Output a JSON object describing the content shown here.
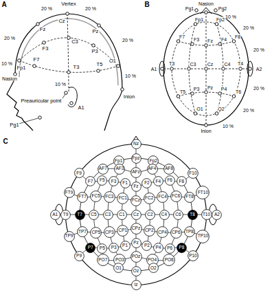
{
  "diagram": {
    "nodes": [
      {
        "text": [
          "Nz"
        ]
      },
      {
        "text": [
          "Fp1"
        ]
      },
      {
        "text": [
          "Fpz"
        ]
      },
      {
        "text": [
          "Fp2"
        ]
      },
      {
        "text": [
          "AF7"
        ]
      },
      {
        "text": [
          "AF3"
        ]
      },
      {
        "text": [
          "AFz"
        ]
      },
      {
        "text": [
          "AF4"
        ]
      },
      {
        "text": [
          "AF8"
        ]
      },
      {
        "text": [
          "F9"
        ]
      },
      {
        "text": [
          "F7"
        ]
      },
      {
        "text": [
          "F5"
        ]
      },
      {
        "text": [
          "F3"
        ]
      },
      {
        "text": [
          "F1"
        ]
      },
      {
        "text": [
          "Fz"
        ]
      },
      {
        "text": [
          "F2"
        ]
      },
      {
        "text": [
          "F4"
        ]
      },
      {
        "text": [
          "F6"
        ]
      },
      {
        "text": [
          "F8"
        ]
      },
      {
        "text": [
          "F10"
        ]
      },
      {
        "text": [
          "FT9"
        ]
      },
      {
        "text": [
          "FT7"
        ]
      },
      {
        "text": [
          "FC5"
        ]
      },
      {
        "text": [
          "FC3"
        ]
      },
      {
        "text": [
          "FC1"
        ]
      },
      {
        "text": [
          "FCz"
        ]
      },
      {
        "text": [
          "FC2"
        ]
      },
      {
        "text": [
          "FC4"
        ]
      },
      {
        "text": [
          "FC6"
        ]
      },
      {
        "text": [
          "FT8"
        ]
      },
      {
        "text": [
          "FT10"
        ]
      },
      {
        "text": [
          "A1"
        ]
      },
      {
        "text": [
          "T9"
        ]
      },
      {
        "text": [
          "T7"
        ]
      },
      {
        "text": [
          "C5"
        ]
      },
      {
        "text": [
          "C3"
        ]
      },
      {
        "text": [
          "C1"
        ]
      },
      {
        "text": [
          "Cz"
        ]
      },
      {
        "text": [
          "C2"
        ]
      },
      {
        "text": [
          "C4"
        ]
      },
      {
        "text": [
          "C6"
        ]
      },
      {
        "text": [
          "T8"
        ]
      },
      {
        "text": [
          "T10"
        ]
      },
      {
        "text": [
          "A2"
        ]
      },
      {
        "text": [
          "TP9"
        ]
      },
      {
        "text": [
          "TP7"
        ]
      },
      {
        "text": [
          "CP5"
        ]
      },
      {
        "text": [
          "CP3"
        ]
      },
      {
        "text": [
          "CP1"
        ]
      },
      {
        "text": [
          "CPz"
        ]
      },
      {
        "text": [
          "CP2"
        ]
      },
      {
        "text": [
          "CP4"
        ]
      },
      {
        "text": [
          "CP6"
        ]
      },
      {
        "text": [
          "TP8"
        ]
      },
      {
        "text": [
          "TP10"
        ]
      },
      {
        "text": [
          "P9"
        ]
      },
      {
        "text": [
          "P7"
        ]
      },
      {
        "text": [
          "P5"
        ]
      },
      {
        "text": [
          "P3"
        ]
      },
      {
        "text": [
          "P1"
        ]
      },
      {
        "text": [
          "Pz"
        ]
      },
      {
        "text": [
          "P2"
        ]
      },
      {
        "text": [
          "P4"
        ]
      },
      {
        "text": [
          "P6"
        ]
      },
      {
        "text": [
          "P8"
        ]
      },
      {
        "text": [
          "P10"
        ]
      },
      {
        "text": [
          "PO7"
        ]
      },
      {
        "text": [
          "PO3"
        ]
      },
      {
        "text": [
          "POz"
        ]
      },
      {
        "text": [
          "PO4"
        ]
      },
      {
        "text": [
          "PO8"
        ]
      },
      {
        "text": [
          "O1"
        ]
      },
      {
        "text": [
          "Oz"
        ]
      },
      {
        "text": [
          "O2"
        ]
      },
      {
        "text": [
          "Iz"
        ]
      }
    ],
    "labels": [
      "A",
      "Vertex",
      "20 %",
      "20 %",
      "Fz",
      "Cz",
      "Pz",
      "20 %",
      "20 %",
      "10 %",
      "Fp1",
      "10 %",
      "Nasion",
      "F3",
      "C3",
      "P3",
      "F7",
      "T3",
      "T5",
      "O1",
      "10 %",
      "Inion",
      "Preauricular point",
      "A1",
      "Pg1",
      "B",
      "Nasion",
      "10 %",
      "Pg1",
      "Pg2",
      "Fp1",
      "Fp2",
      "F7",
      "F3",
      "Fz",
      "F4",
      "F8",
      "A1",
      "T3",
      "C3",
      "Cz",
      "C4",
      "T4",
      "A2",
      "T5",
      "P3",
      "Pz",
      "P4",
      "T6",
      "O1",
      "O2",
      "Inion",
      "10 %",
      "20 %",
      "20 %",
      "20 %",
      "20 %",
      "C"
    ]
  }
}
